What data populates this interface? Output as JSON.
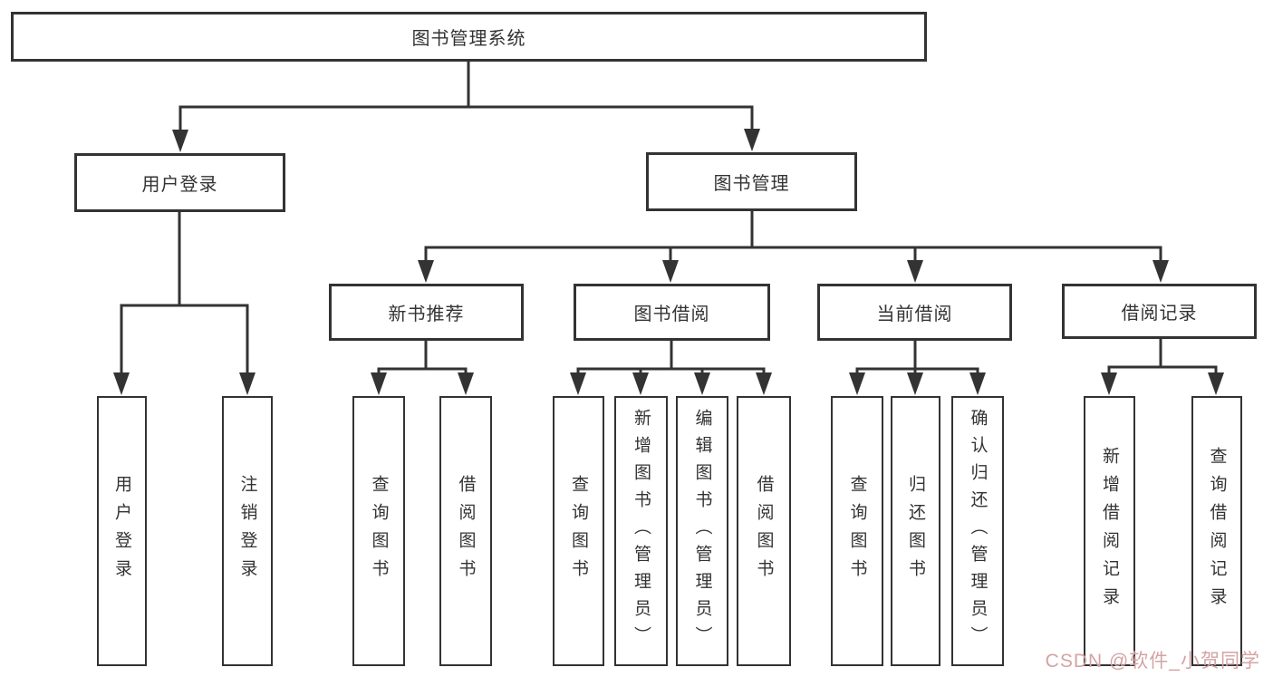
{
  "diagram": {
    "tree": {
      "root": {
        "label": "图书管理系统",
        "children": [
          {
            "label": "用户登录",
            "children": [
              {
                "label": "用户登录"
              },
              {
                "label": "注销登录"
              }
            ]
          },
          {
            "label": "图书管理",
            "children": [
              {
                "label": "新书推荐",
                "children": [
                  {
                    "label": "查询图书"
                  },
                  {
                    "label": "借阅图书"
                  }
                ]
              },
              {
                "label": "图书借阅",
                "children": [
                  {
                    "label": "查询图书"
                  },
                  {
                    "label": "新增图书（管理员）"
                  },
                  {
                    "label": "编辑图书（管理员）"
                  },
                  {
                    "label": "借阅图书"
                  }
                ]
              },
              {
                "label": "当前借阅",
                "children": [
                  {
                    "label": "查询图书"
                  },
                  {
                    "label": "归还图书"
                  },
                  {
                    "label": "确认归还（管理员）"
                  }
                ]
              },
              {
                "label": "借阅记录",
                "children": [
                  {
                    "label": "新增借阅记录"
                  },
                  {
                    "label": "查询借阅记录"
                  }
                ]
              }
            ]
          }
        ]
      }
    },
    "colors": {
      "line": "#333333",
      "box_border": "#333333",
      "text": "#333333",
      "background": "#ffffff",
      "watermark": "#d4a3a3"
    }
  },
  "watermark": {
    "text": "CSDN @软件_小贺同学"
  }
}
